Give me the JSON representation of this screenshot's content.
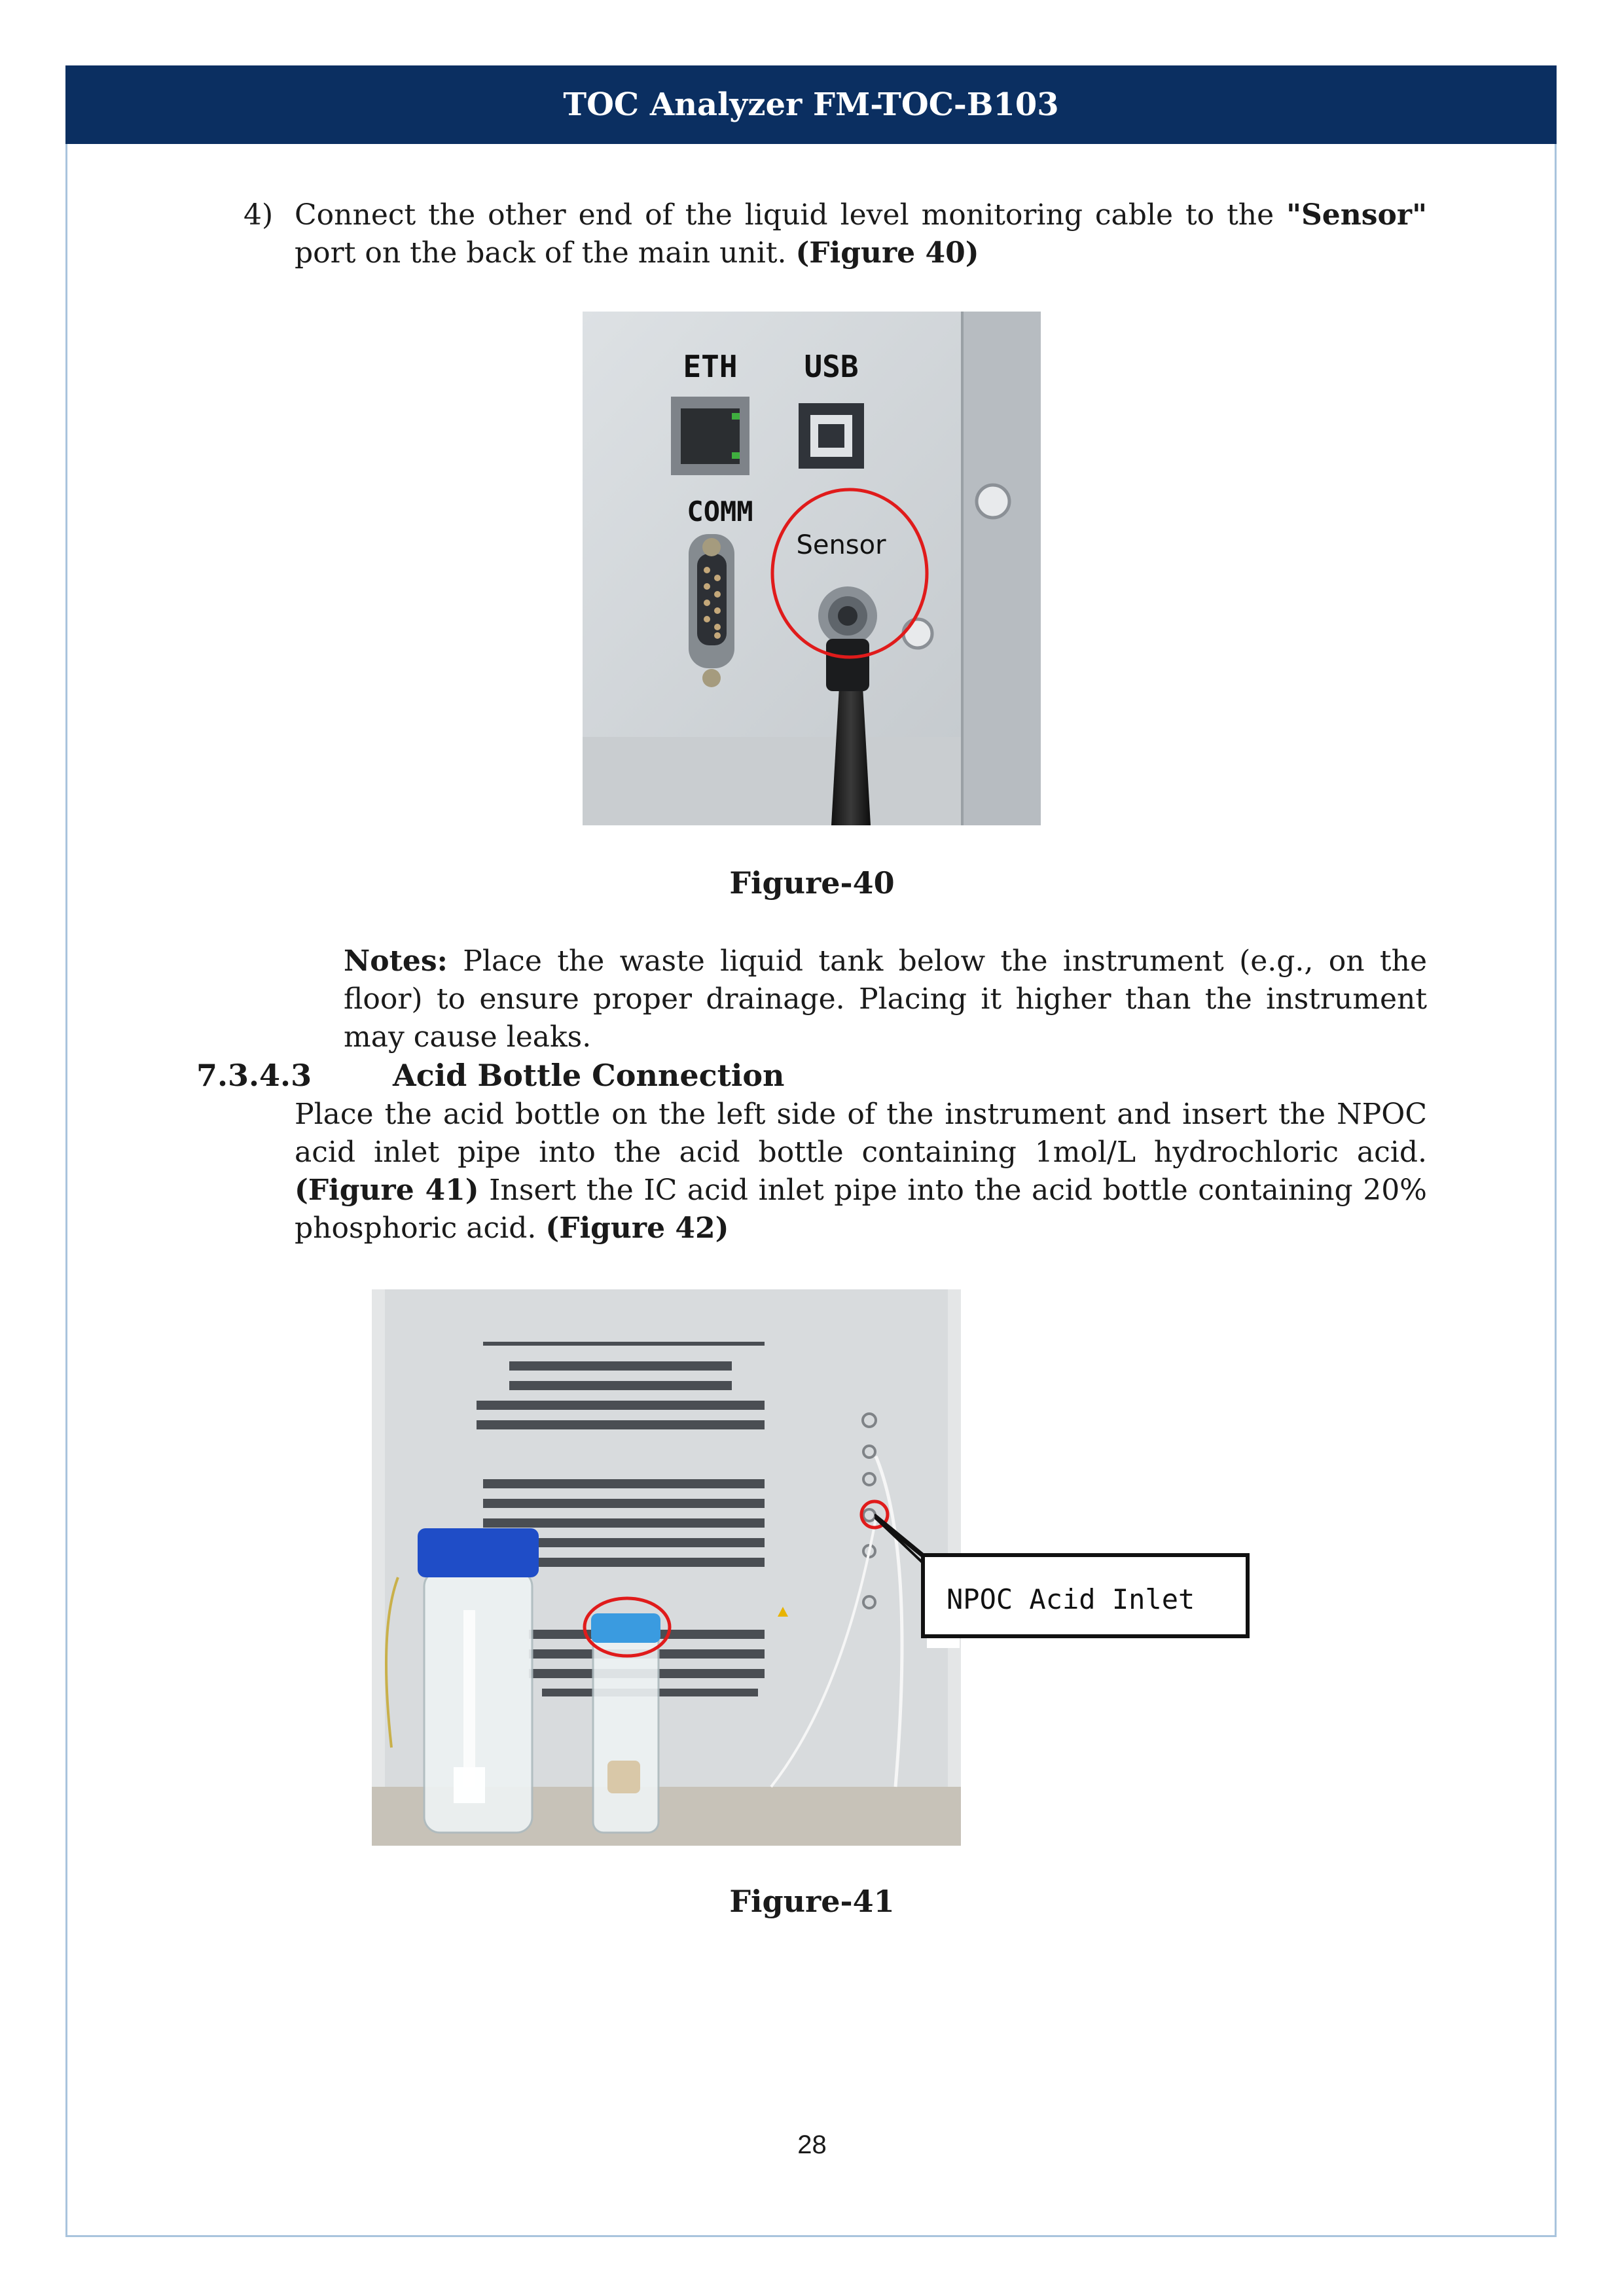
{
  "header": {
    "title": "TOC Analyzer FM-TOC-B103"
  },
  "step4": {
    "number": "4)",
    "text_a": "Connect the other end of the liquid level monitoring cable to the ",
    "bold_a": "\"Sensor\"",
    "text_b": " port on the back of the main unit. ",
    "bold_b": "(Figure 40)"
  },
  "figure40": {
    "caption": "Figure-40",
    "labels": {
      "eth": "ETH",
      "usb": "USB",
      "comm": "COMM",
      "sensor": "Sensor"
    }
  },
  "notes": {
    "label": "Notes:",
    "text": " Place the waste liquid tank below the instrument (e.g., on the floor) to ensure proper drainage. Placing it higher than the instrument may cause leaks."
  },
  "section": {
    "number": "7.3.4.3",
    "title": "Acid Bottle Connection",
    "text_a": "Place the acid bottle on the left side of the instrument and insert the NPOC acid inlet pipe into the acid bottle containing 1mol/L hydrochloric acid. ",
    "bold_a": "(Figure 41)",
    "text_b": " Insert the IC acid inlet pipe into the acid bottle containing 20% phosphoric acid. ",
    "bold_b": "(Figure 42)"
  },
  "figure41": {
    "caption": "Figure-41",
    "callout": "NPOC Acid Inlet"
  },
  "footer": {
    "page": "28"
  }
}
